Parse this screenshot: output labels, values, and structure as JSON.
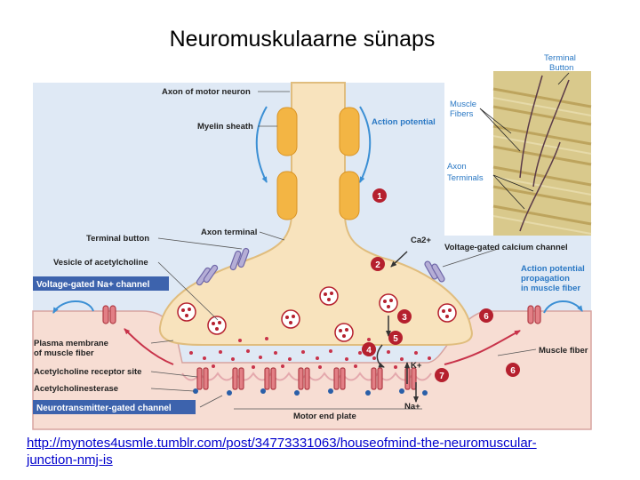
{
  "title": "Neuromuskulaarne sünaps",
  "source_link": "http://mynotes4usmle.tumblr.com/post/34773331063/houseofmind-the-neuromuscular-junction-nmj-is",
  "labels": {
    "axon": "Axon of motor neuron",
    "myelin": "Myelin sheath",
    "action_potential": "Action potential",
    "terminal_button": "Terminal button",
    "axon_terminal": "Axon terminal",
    "vesicle": "Vesicle of acetylcholine",
    "na_channel": "Voltage-gated Na+ channel",
    "ca_channel": "Voltage-gated calcium channel",
    "ap_propagation_1": "Action potential",
    "ap_propagation_2": "propagation",
    "ap_propagation_3": "in muscle fiber",
    "plasma_membrane_1": "Plasma membrane",
    "plasma_membrane_2": "of muscle fiber",
    "ach_receptor": "Acetylcholine receptor site",
    "ache": "Acetylcholinesterase",
    "nt_channel": "Neurotransmitter-gated channel",
    "motor_end_plate": "Motor end plate",
    "muscle_fiber": "Muscle fiber",
    "ca_ion": "Ca2+",
    "k_ion": "K+",
    "na_ion": "Na+"
  },
  "steps": [
    "1",
    "2",
    "3",
    "4",
    "5",
    "6",
    "6",
    "7"
  ],
  "micrograph": {
    "terminal_button_1": "Terminal",
    "terminal_button_2": "Button",
    "muscle_fibers_1": "Muscle",
    "muscle_fibers_2": "Fibers",
    "axon_terminals_1": "Axon",
    "axon_terminals_2": "Terminals"
  },
  "colors": {
    "background_blue": "#dfe9f5",
    "neuron_fill": "#f8e3bd",
    "myelin_fill": "#f3b544",
    "muscle_fill": "#f7ddd3",
    "step_badge": "#b5202e",
    "label_blue": "#2a78c4",
    "banner_blue": "#3d63ad"
  }
}
